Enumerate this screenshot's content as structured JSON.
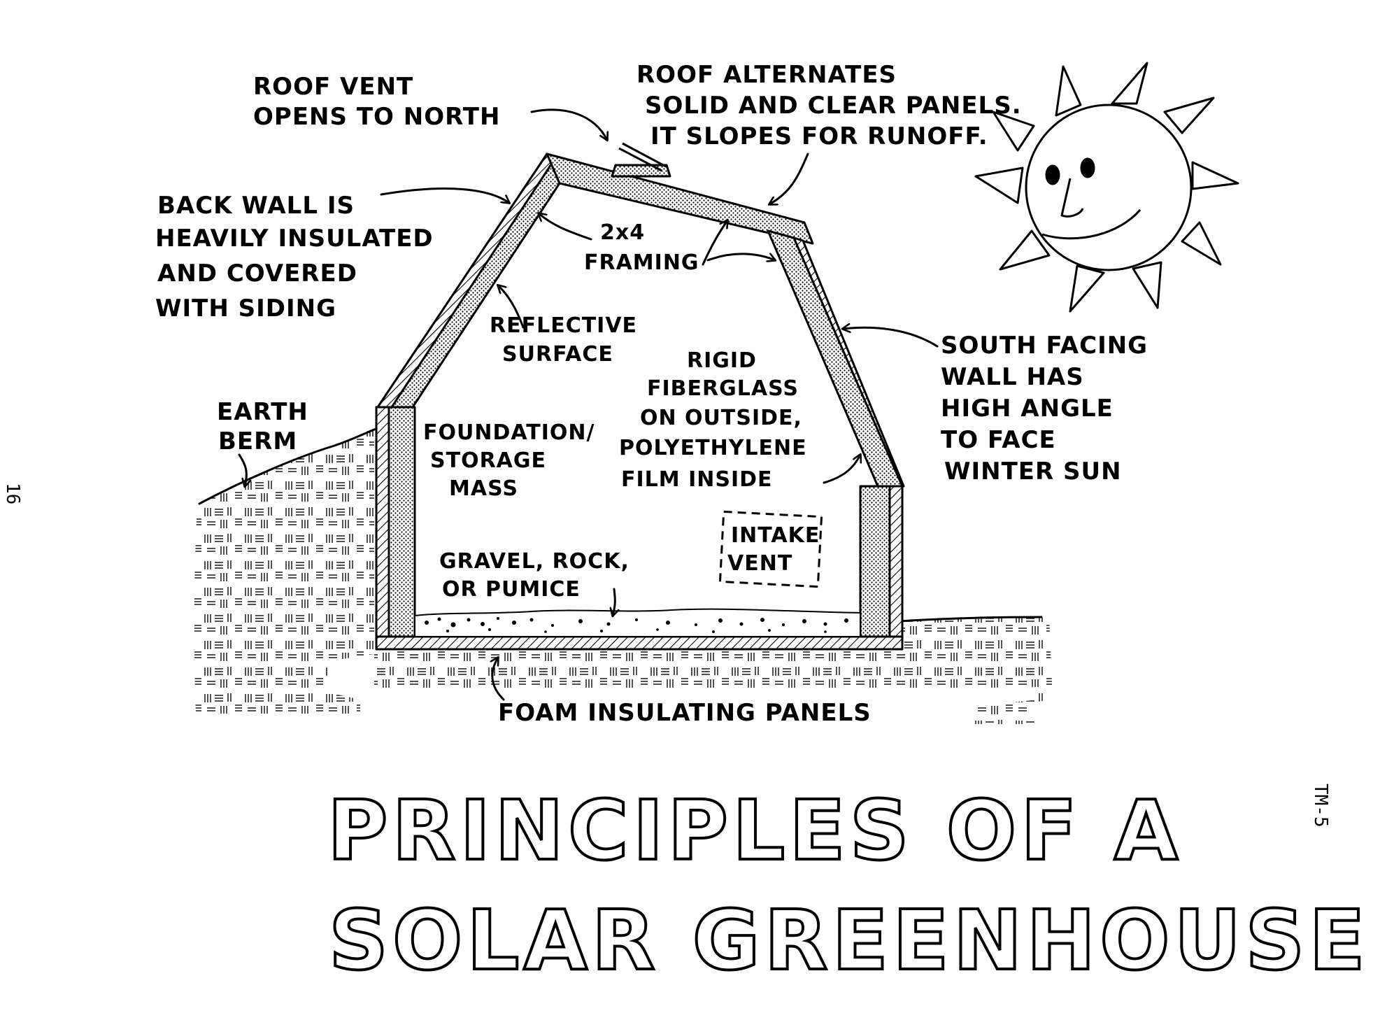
{
  "page": {
    "page_number": "16",
    "figure_code": "TM-5",
    "title_line1": "PRINCIPLES OF A",
    "title_line2": "SOLAR GREENHOUSE"
  },
  "labels": {
    "roof_vent": [
      "ROOF VENT",
      "OPENS TO NORTH"
    ],
    "roof_alternates": [
      "ROOF ALTERNATES",
      "SOLID AND CLEAR PANELS.",
      "IT SLOPES FOR RUNOFF."
    ],
    "back_wall": [
      "BACK WALL IS",
      "HEAVILY INSULATED",
      "AND COVERED",
      "WITH SIDING"
    ],
    "framing": [
      "2x4",
      "FRAMING"
    ],
    "reflective": [
      "REFLECTIVE",
      "SURFACE"
    ],
    "south_wall": [
      "SOUTH FACING",
      "WALL HAS",
      "HIGH ANGLE",
      "TO FACE",
      "WINTER SUN"
    ],
    "rigid": [
      "RIGID",
      "FIBERGLASS",
      "ON OUTSIDE,",
      "POLYETHYLENE",
      "FILM INSIDE"
    ],
    "earth_berm": [
      "EARTH",
      "BERM"
    ],
    "foundation": [
      "FOUNDATION/",
      "STORAGE",
      "MASS"
    ],
    "intake_vent": [
      "INTAKE",
      "VENT"
    ],
    "gravel": [
      "GRAVEL, ROCK,",
      "OR PUMICE"
    ],
    "foam": [
      "FOAM INSULATING PANELS"
    ]
  }
}
